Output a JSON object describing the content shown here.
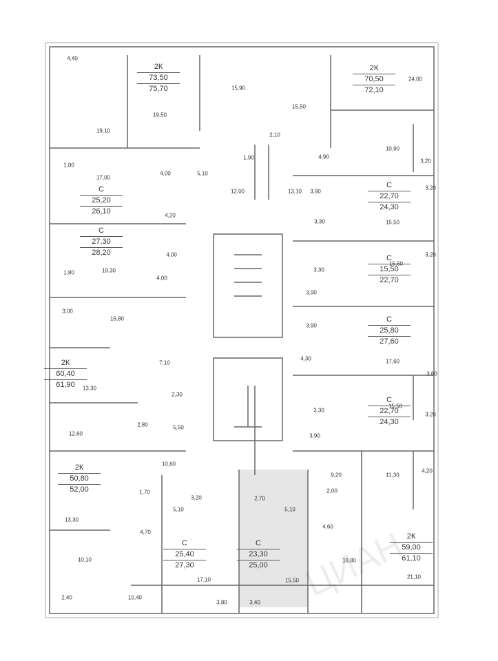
{
  "apartments": [
    {
      "type": "2К",
      "area": "73,50",
      "total": "75,70"
    },
    {
      "type": "2К",
      "area": "70,50",
      "total": "72,10"
    },
    {
      "type": "С",
      "area": "25,20",
      "total": "26,10"
    },
    {
      "type": "С",
      "area": "27,30",
      "total": "28,20"
    },
    {
      "type": "С",
      "area": "22,70",
      "total": "24,30"
    },
    {
      "type": "С",
      "area": "15,50",
      "total": "22,70"
    },
    {
      "type": "С",
      "area": "25,80",
      "total": "27,60"
    },
    {
      "type": "2К",
      "area": "60,40",
      "total": "61,90"
    },
    {
      "type": "С",
      "area": "22,70",
      "total": "24,30"
    },
    {
      "type": "2К",
      "area": "50,80",
      "total": "52,00"
    },
    {
      "type": "С",
      "area": "25,40",
      "total": "27,30"
    },
    {
      "type": "С",
      "area": "23,30",
      "total": "25,00"
    },
    {
      "type": "2К",
      "area": "59,00",
      "total": "61,10"
    }
  ],
  "rooms": [
    "4,40",
    "19,50",
    "19,10",
    "15,90",
    "15,50",
    "24,00",
    "2,10",
    "1,90",
    "10,90",
    "3,20",
    "4,90",
    "1,80",
    "17,00",
    "4,00",
    "5,10",
    "12,00",
    "13,10",
    "3,90",
    "3,20",
    "4,20",
    "3,30",
    "15,50",
    "4,00",
    "1,80",
    "19,30",
    "4,00",
    "3,30",
    "15,50",
    "3,20",
    "3,90",
    "3,00",
    "16,80",
    "3,90",
    "4,30",
    "17,60",
    "3,60",
    "7,10",
    "13,30",
    "2,30",
    "2,80",
    "5,50",
    "12,60",
    "15,50",
    "3,20",
    "3,30",
    "3,90",
    "10,60",
    "9,20",
    "11,30",
    "4,20",
    "1,70",
    "3,20",
    "2,70",
    "5,10",
    "5,10",
    "2,00",
    "13,30",
    "4,60",
    "4,70",
    "10,10",
    "10,80",
    "21,10",
    "17,10",
    "15,50",
    "2,40",
    "10,40",
    "3,80",
    "3,40"
  ],
  "highlight_color": "#e6e6e6",
  "watermark": "ЦИАН"
}
